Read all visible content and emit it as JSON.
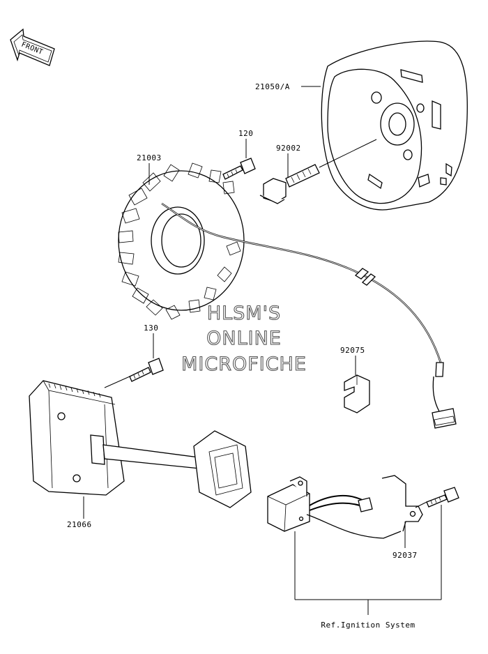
{
  "front_arrow": {
    "label": "FRONT"
  },
  "parts": [
    {
      "id": "flywheel",
      "number": "21050/A"
    },
    {
      "id": "bolt-120",
      "number": "120"
    },
    {
      "id": "bolt-92002",
      "number": "92002"
    },
    {
      "id": "stator",
      "number": "21003"
    },
    {
      "id": "bolt-130",
      "number": "130"
    },
    {
      "id": "clip",
      "number": "92075"
    },
    {
      "id": "regulator",
      "number": "21066"
    },
    {
      "id": "bracket",
      "number": "92037"
    }
  ],
  "reference": {
    "label": "Ref.Ignition System"
  },
  "watermark": {
    "line1": "HLSM'S",
    "line2": "ONLINE",
    "line3": "MICROFICHE"
  }
}
